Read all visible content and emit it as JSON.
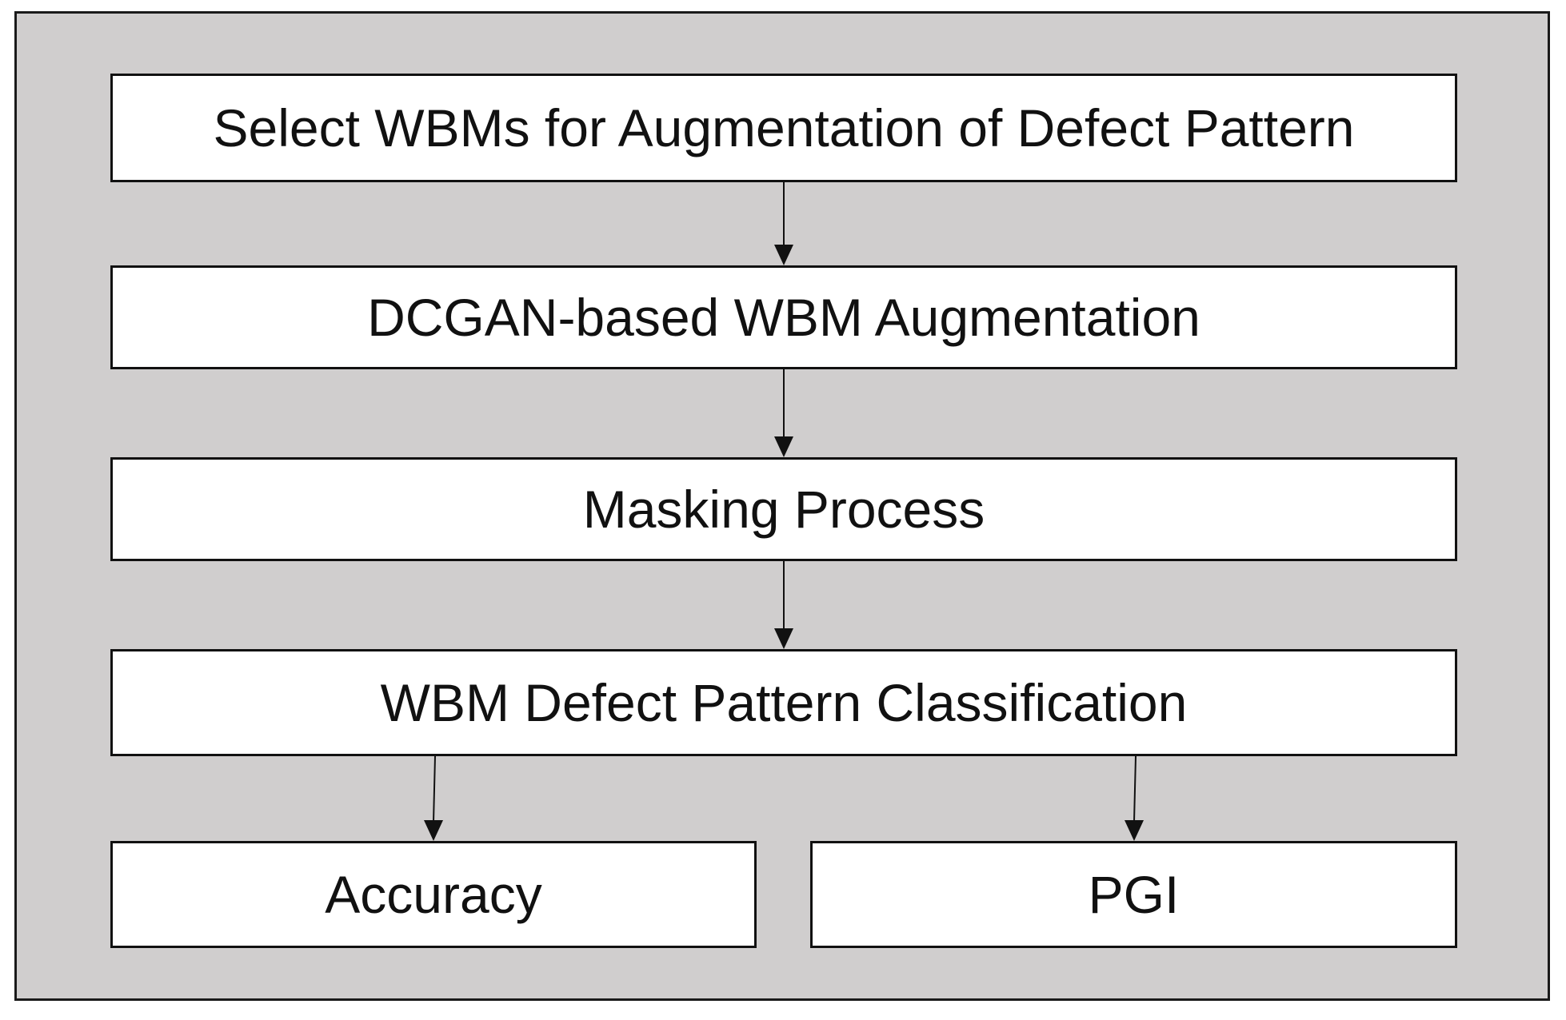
{
  "diagram": {
    "steps": [
      {
        "id": "select",
        "label": "Select WBMs for Augmentation of Defect Pattern"
      },
      {
        "id": "dcgan",
        "label": "DCGAN-based WBM Augmentation"
      },
      {
        "id": "masking",
        "label": "Masking Process"
      },
      {
        "id": "classification",
        "label": "WBM Defect Pattern Classification"
      }
    ],
    "outputs": [
      {
        "id": "accuracy",
        "label": "Accuracy"
      },
      {
        "id": "pgi",
        "label": "PGI"
      }
    ],
    "edges": [
      {
        "from": "select",
        "to": "dcgan"
      },
      {
        "from": "dcgan",
        "to": "masking"
      },
      {
        "from": "masking",
        "to": "classification"
      },
      {
        "from": "classification",
        "to": "accuracy"
      },
      {
        "from": "classification",
        "to": "pgi"
      }
    ]
  },
  "colors": {
    "panel_background": "#d0cece",
    "box_fill": "#ffffff",
    "stroke": "#111111"
  }
}
